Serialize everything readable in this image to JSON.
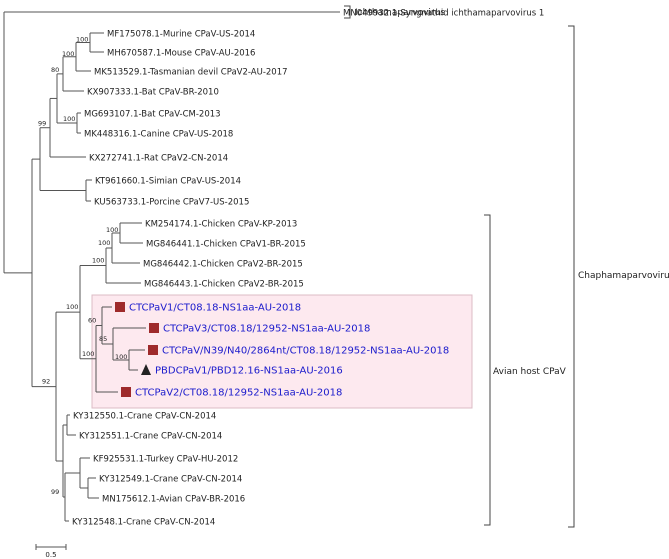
{
  "taxa": [
    {
      "id": "t0",
      "label": "MN049932.1-Syngnathid ichthamaparvovirus 1",
      "highlight": false
    },
    {
      "id": "t1",
      "label": "MF175078.1-Murine CPaV-US-2014",
      "highlight": false
    },
    {
      "id": "t2",
      "label": "MH670587.1-Mouse CPaV-AU-2016",
      "highlight": false
    },
    {
      "id": "t3",
      "label": "MK513529.1-Tasmanian devil CPaV2-AU-2017",
      "highlight": false
    },
    {
      "id": "t4",
      "label": "KX907333.1-Bat CPaV-BR-2010",
      "highlight": false
    },
    {
      "id": "t5",
      "label": "MG693107.1-Bat CPaV-CM-2013",
      "highlight": false
    },
    {
      "id": "t6",
      "label": "MK448316.1-Canine CPaV-US-2018",
      "highlight": false
    },
    {
      "id": "t7",
      "label": "KX272741.1-Rat CPaV2-CN-2014",
      "highlight": false
    },
    {
      "id": "t8",
      "label": "KT961660.1-Simian CPaV-US-2014",
      "highlight": false
    },
    {
      "id": "t9",
      "label": "KU563733.1-Porcine CPaV7-US-2015",
      "highlight": false
    },
    {
      "id": "t10",
      "label": "KM254174.1-Chicken CPaV-KP-2013",
      "highlight": false
    },
    {
      "id": "t11",
      "label": "MG846441.1-Chicken CPaV1-BR-2015",
      "highlight": false
    },
    {
      "id": "t12",
      "label": "MG846442.1-Chicken CPaV2-BR-2015",
      "highlight": false
    },
    {
      "id": "t13",
      "label": "MG846443.1-Chicken CPaV2-BR-2015",
      "highlight": false
    },
    {
      "id": "t14",
      "label": "CTCPaV1/CT08.18-NS1aa-AU-2018",
      "highlight": true,
      "marker": "square",
      "marker_color": "#9e2a2b"
    },
    {
      "id": "t15",
      "label": "CTCPaV3/CT08.18/12952-NS1aa-AU-2018",
      "highlight": true,
      "marker": "square",
      "marker_color": "#9e2a2b"
    },
    {
      "id": "t16",
      "label": "CTCPaV/N39/N40/2864nt/CT08.18/12952-NS1aa-AU-2018",
      "highlight": true,
      "marker": "square",
      "marker_color": "#9e2a2b"
    },
    {
      "id": "t17",
      "label": "PBDCPaV1/PBD12.16-NS1aa-AU-2016",
      "highlight": true,
      "marker": "triangle",
      "marker_color": "#222222"
    },
    {
      "id": "t18",
      "label": "CTCPaV2/CT08.18/12952-NS1aa-AU-2018",
      "highlight": true,
      "marker": "square",
      "marker_color": "#9e2a2b"
    },
    {
      "id": "t19",
      "label": "KY312550.1-Crane CPaV-CN-2014",
      "highlight": false
    },
    {
      "id": "t20",
      "label": "KY312551.1-Crane CPaV-CN-2014",
      "highlight": false
    },
    {
      "id": "t21",
      "label": "KF925531.1-Turkey CPaV-HU-2012",
      "highlight": false
    },
    {
      "id": "t22",
      "label": "KY312549.1-Crane CPaV-CN-2014",
      "highlight": false
    },
    {
      "id": "t23",
      "label": "MN175612.1-Avian CPaV-BR-2016",
      "highlight": false
    },
    {
      "id": "t24",
      "label": "KY312548.1-Crane CPaV-CN-2014",
      "highlight": false
    }
  ],
  "bootstrap": [
    {
      "id": "b1",
      "value": "100"
    },
    {
      "id": "b2",
      "value": "100"
    },
    {
      "id": "b3",
      "value": "100"
    },
    {
      "id": "b4",
      "value": "80"
    },
    {
      "id": "b5",
      "value": "99"
    },
    {
      "id": "b6",
      "value": "100"
    },
    {
      "id": "b7",
      "value": "100"
    },
    {
      "id": "b8",
      "value": "100"
    },
    {
      "id": "b9",
      "value": "100"
    },
    {
      "id": "b10",
      "value": "85"
    },
    {
      "id": "b11",
      "value": "60"
    },
    {
      "id": "b12",
      "value": "100"
    },
    {
      "id": "b13",
      "value": "100"
    },
    {
      "id": "b14",
      "value": "92"
    },
    {
      "id": "b15",
      "value": "99"
    }
  ],
  "clades": {
    "ichthama": "Ichthamaparvovirus",
    "chapha": "Chaphamaparvovirus",
    "avian": "Avian host CPaV"
  },
  "scale_bar": {
    "label": "0.5"
  },
  "colors": {
    "highlight_box": "#fde9ef",
    "highlight_text": "#1a1acc",
    "square_marker": "#9e2a2b",
    "triangle_marker": "#222222"
  }
}
